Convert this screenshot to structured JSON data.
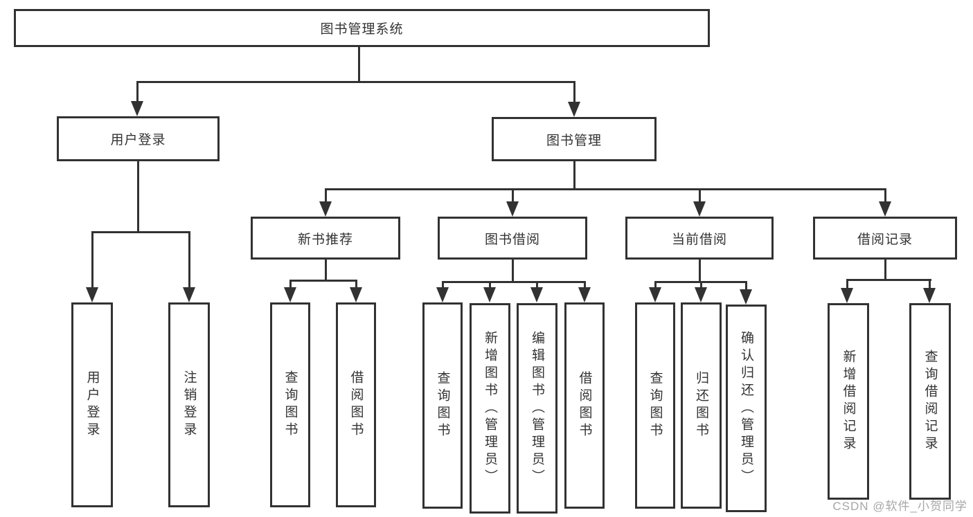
{
  "tree": {
    "label": "图书管理系统",
    "children": [
      {
        "label": "用户登录",
        "children": [
          {
            "label": "用户登录"
          },
          {
            "label": "注销登录"
          }
        ]
      },
      {
        "label": "图书管理",
        "children": [
          {
            "label": "新书推荐",
            "children": [
              {
                "label": "查询图书"
              },
              {
                "label": "借阅图书"
              }
            ]
          },
          {
            "label": "图书借阅",
            "children": [
              {
                "label": "查询图书"
              },
              {
                "label": "新增图书（管理员）"
              },
              {
                "label": "编辑图书（管理员）"
              },
              {
                "label": "借阅图书"
              }
            ]
          },
          {
            "label": "当前借阅",
            "children": [
              {
                "label": "查询图书"
              },
              {
                "label": "归还图书"
              },
              {
                "label": "确认归还（管理员）"
              }
            ]
          },
          {
            "label": "借阅记录",
            "children": [
              {
                "label": "新增借阅记录"
              },
              {
                "label": "查询借阅记录"
              }
            ]
          }
        ]
      }
    ]
  },
  "watermark": {
    "text": "CSDN @软件_小贺同学"
  },
  "colors": {
    "line": "#323232",
    "text": "#333333",
    "watermark": "#a6a6a6",
    "background": "#ffffff"
  }
}
